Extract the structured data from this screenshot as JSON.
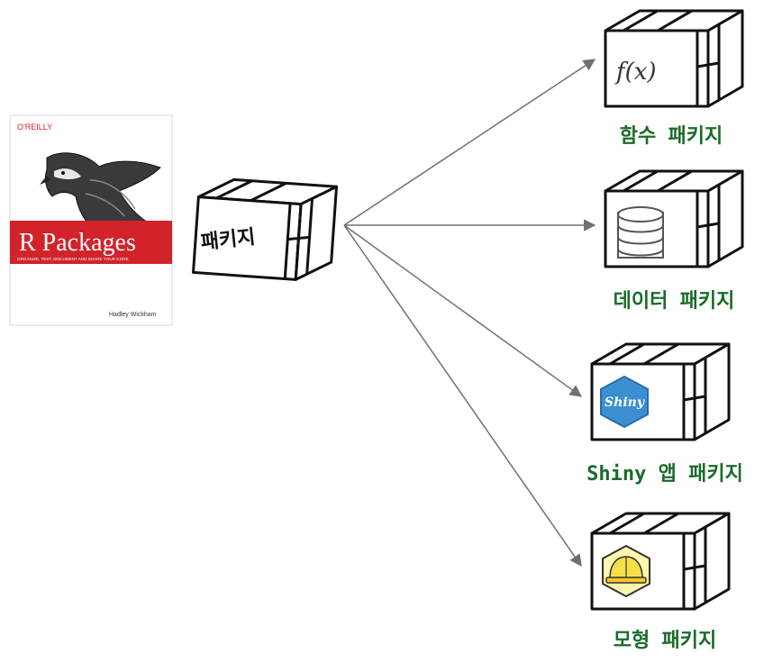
{
  "book": {
    "publisher": "O'REILLY",
    "title": "R Packages",
    "subtitle": "ORGANIZE, TEST, DOCUMENT AND SHARE YOUR CODE",
    "author": "Hadley Wickham"
  },
  "central_package": {
    "label": "패키지"
  },
  "targets": [
    {
      "label": "함수 패키지",
      "icon": "function-fx-icon",
      "icon_text": "f(x)"
    },
    {
      "label": "데이터 패키지",
      "icon": "database-icon",
      "icon_text": ""
    },
    {
      "label": "Shiny 앱 패키지",
      "icon": "shiny-hex-logo-icon",
      "icon_text": "Shiny"
    },
    {
      "label": "모형 패키지",
      "icon": "hardhat-hex-logo-icon",
      "icon_text": ""
    }
  ],
  "colors": {
    "label_green": "#1a6b2a",
    "book_red": "#d2232a",
    "arrow_gray": "#707070",
    "shiny_blue": "#3b8fd1",
    "hardhat_yellow": "#f5e04a"
  }
}
